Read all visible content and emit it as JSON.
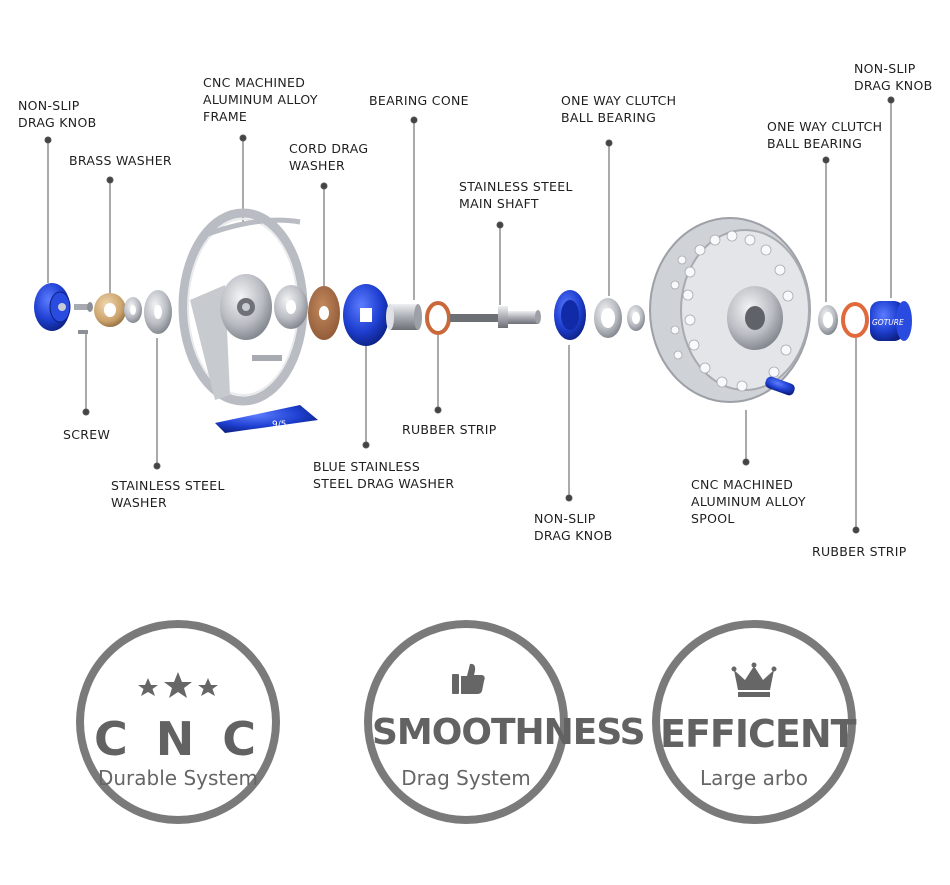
{
  "labels": {
    "nonslip_knob_left": "NON-SLIP\nDRAG KNOB",
    "brass_washer": "BRASS WASHER",
    "frame": "CNC MACHINED\nALUMINUM ALLOY\nFRAME",
    "cord_drag_washer": "CORD DRAG\nWASHER",
    "bearing_cone": "BEARING CONE",
    "main_shaft": "STAINLESS STEEL\nMAIN SHAFT",
    "clutch_bearing_1": "ONE WAY CLUTCH\nBALL BEARING",
    "clutch_bearing_2": "ONE WAY CLUTCH\nBALL BEARING",
    "nonslip_knob_right": "NON-SLIP\nDRAG KNOB",
    "screw": "SCREW",
    "ss_washer": "STAINLESS STEEL\nWASHER",
    "blue_washer": "BLUE STAINLESS\nSTEEL DRAG WASHER",
    "rubber_strip_1": "RUBBER STRIP",
    "nonslip_knob_mid": "NON-SLIP\nDRAG KNOB",
    "spool": "CNC MACHINED\nALUMINUM ALLOY\nSPOOL",
    "rubber_strip_2": "RUBBER STRIP"
  },
  "parts": {
    "frame_model_text": "9/5",
    "knob_brand_text": "GOTURE"
  },
  "badges": [
    {
      "title": "C N C",
      "subtitle": "Durable System",
      "icon": "three-stars-icon"
    },
    {
      "title": "SMOOTHNESS",
      "subtitle": "Drag System",
      "icon": "thumbs-up-icon"
    },
    {
      "title": "EFFICENT",
      "subtitle": "Large arbo",
      "icon": "crown-icon"
    }
  ],
  "colors": {
    "blue": "#1e3fd0",
    "silver": "#b9bcc2",
    "brass": "#c9a06a",
    "cork": "#a8724a",
    "rubber": "#c9683a",
    "badge_gray": "#7a7a7a"
  }
}
